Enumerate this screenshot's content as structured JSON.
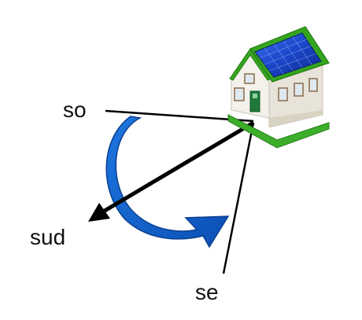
{
  "labels": {
    "so": "so",
    "sud": "sud",
    "se": "se"
  },
  "colors": {
    "line": "#000000",
    "arc_arrow": "#1565c8",
    "arc_arrow_dark": "#0b3f8f",
    "roof": "#35a51f",
    "solar_panel": "#1b46c9",
    "walls": "#f3f1ea",
    "door": "#1f7a3a",
    "window_frame": "#8a6a4a",
    "lawn": "#3cae2a"
  },
  "icons": {
    "house": "house-with-solar-panel-icon"
  }
}
